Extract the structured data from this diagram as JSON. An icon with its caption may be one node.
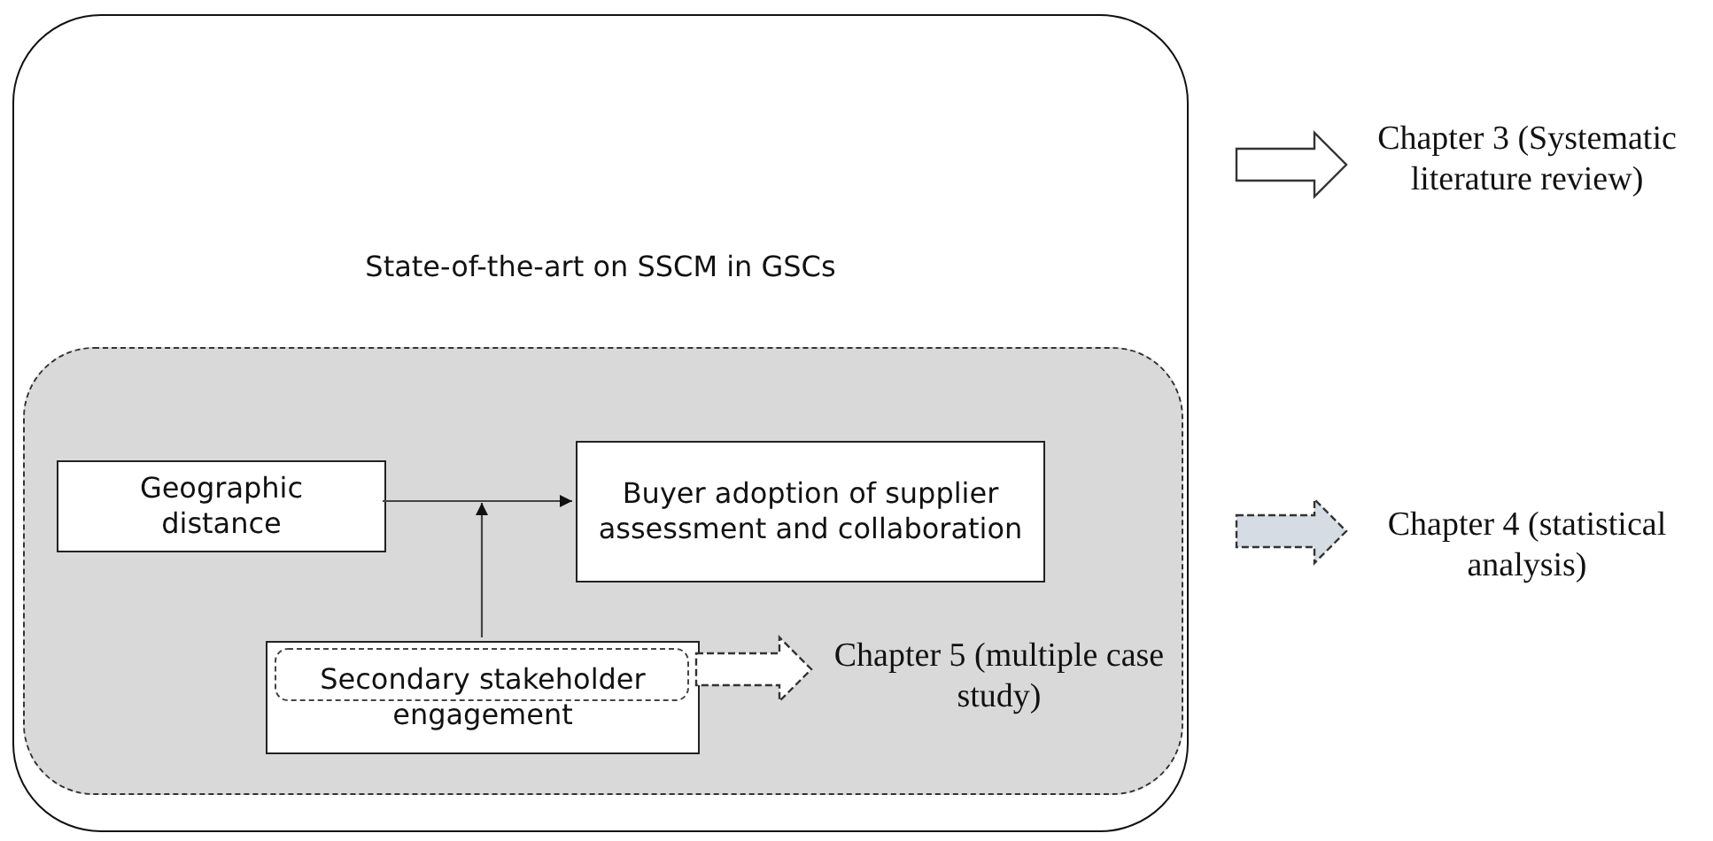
{
  "diagram": {
    "nodes": [
      {
        "text": [
          "State-of-the-art on SSCM in GSCs"
        ]
      },
      {
        "text": [],
        "shape": "box",
        "in": 0
      },
      {
        "text": [
          "Geographic distance"
        ],
        "in": 1
      },
      {
        "text": [
          "Buyer adoption of supplier assessment and collaboration"
        ],
        "in": 1
      },
      {
        "text": [
          "Secondary stakeholder engagement"
        ],
        "in": 1
      },
      {
        "text": [
          "Chapter 5 (multiple case study)"
        ],
        "in": 1
      },
      {
        "text": [
          "Chapter 3 (Systematic literature review)"
        ]
      },
      {
        "text": [
          "Chapter 4 (statistical analysis)"
        ]
      }
    ],
    "edges": [
      {
        "from": 2,
        "to": 3,
        "arrow": "to"
      },
      {
        "from": 4,
        "to": null,
        "arrow": "to"
      },
      {
        "from": 0,
        "to": 6,
        "arrow": "to",
        "style": "thick"
      },
      {
        "from": 1,
        "to": 7,
        "arrow": "to",
        "style": "dashed"
      },
      {
        "from": 4,
        "to": 5,
        "arrow": "to",
        "style": "dashed"
      }
    ]
  }
}
